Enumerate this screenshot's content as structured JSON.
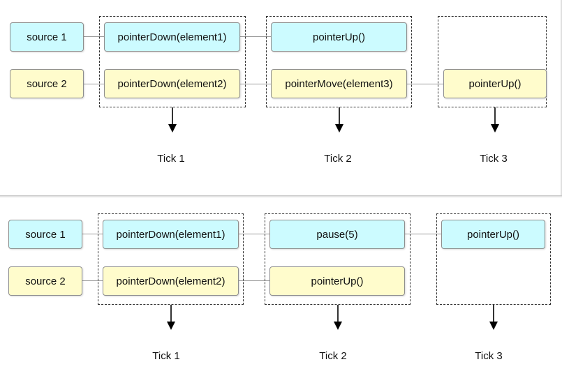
{
  "top": {
    "rows": [
      {
        "source": "source 1",
        "cells": [
          "pointerDown(element1)",
          "pointerUp()",
          ""
        ]
      },
      {
        "source": "source 2",
        "cells": [
          "pointerDown(element2)",
          "pointerMove(element3)",
          "pointerUp()"
        ]
      }
    ],
    "ticks": [
      "Tick 1",
      "Tick 2",
      "Tick 3"
    ]
  },
  "bottom": {
    "rows": [
      {
        "source": "source 1",
        "cells": [
          "pointerDown(element1)",
          "pause(5)",
          "pointerUp()"
        ]
      },
      {
        "source": "source 2",
        "cells": [
          "pointerDown(element2)",
          "pointerUp()",
          ""
        ]
      }
    ],
    "ticks": [
      "Tick 1",
      "Tick 2",
      "Tick 3"
    ]
  },
  "colors": {
    "source1_fill": "#ccfbff",
    "source2_fill": "#fffccc",
    "node_border": "#8e8e8e"
  }
}
